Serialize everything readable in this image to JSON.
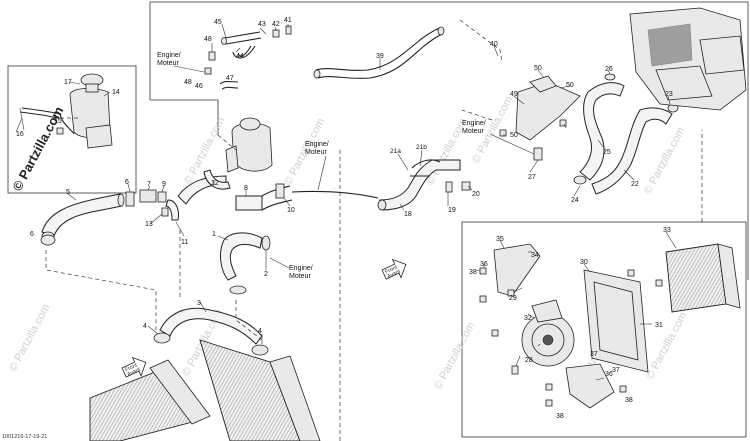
{
  "watermark": "© Partzilla.com",
  "watermark_main": "© Partzilla.com",
  "drawing_stamp": "1001216-17-19-21",
  "engine_labels": [
    "Engine/",
    "Moteur"
  ],
  "front_labels": [
    "Front",
    "Avant"
  ],
  "callouts": [
    "1",
    "2",
    "3",
    "4",
    "4",
    "5",
    "6",
    "6",
    "7",
    "8",
    "9",
    "10",
    "11",
    "12",
    "13",
    "14",
    "15",
    "16",
    "17",
    "18",
    "19",
    "20",
    "21a",
    "21b",
    "22",
    "23",
    "24",
    "25",
    "26",
    "27",
    "28",
    "29",
    "30",
    "31",
    "32",
    "33",
    "34",
    "35",
    "36",
    "36",
    "37",
    "37",
    "38",
    "38",
    "38",
    "39",
    "40",
    "41",
    "42",
    "43",
    "44",
    "45",
    "46",
    "47",
    "48",
    "48",
    "49",
    "50",
    "50",
    "50"
  ]
}
